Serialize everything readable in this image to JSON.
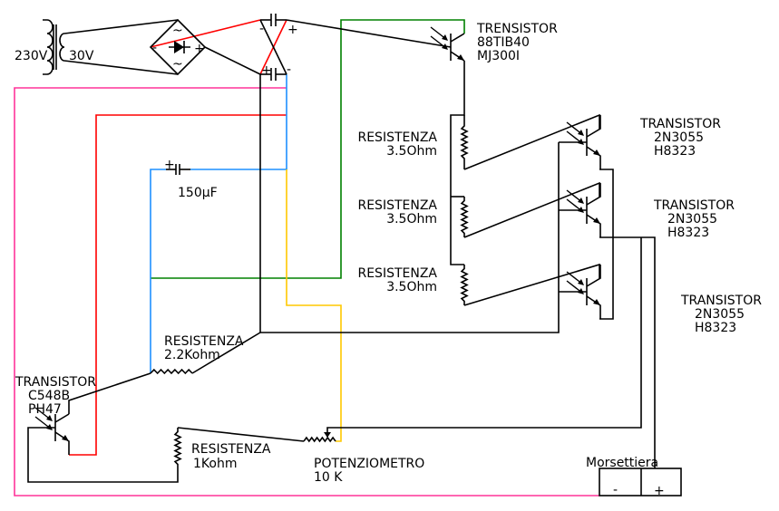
{
  "wire_colors": {
    "black": "#000000",
    "red": "#ff0000",
    "green": "#008000",
    "blue": "#1e90ff",
    "yellow": "#ffc800",
    "pink": "#ff3399"
  },
  "transformer": {
    "primary_label": "230V",
    "secondary_label": "30V"
  },
  "bridge": {
    "minus": "-",
    "plus": "+",
    "ac": "~"
  },
  "caps": {
    "top_minus": "-",
    "top_plus": "+",
    "bottom_plus": "+",
    "bottom_minus": "-",
    "small_plus": "+",
    "small_label": "150µF"
  },
  "driver_transistor": {
    "lines": [
      "TRENSISTOR",
      "88TIB40",
      "MJ300I"
    ]
  },
  "power_transistors": [
    {
      "lines": [
        "TRANSISTOR",
        "2N3055",
        "H8323"
      ]
    },
    {
      "lines": [
        "TRANSISTOR",
        "2N3055",
        "H8323"
      ]
    },
    {
      "lines": [
        "TRANSISTOR",
        "2N3055",
        "H8323"
      ]
    }
  ],
  "emitter_resistors": [
    {
      "lines": [
        "RESISTENZA",
        "3.5Ohm"
      ]
    },
    {
      "lines": [
        "RESISTENZA",
        "3.5Ohm"
      ]
    },
    {
      "lines": [
        "RESISTENZA",
        "3.5Ohm"
      ]
    }
  ],
  "resistor_2k2": {
    "lines": [
      "RESISTENZA",
      "2.2Kohm"
    ]
  },
  "small_transistor": {
    "lines": [
      "TRANSISTOR",
      "C548B",
      "PH47"
    ]
  },
  "resistor_1k": {
    "lines": [
      "RESISTENZA",
      "1Kohm"
    ]
  },
  "potentiometer": {
    "lines": [
      "POTENZIOMETRO",
      "10 K"
    ]
  },
  "terminal": {
    "label": "Morsettiera",
    "minus": "-",
    "plus": "+"
  }
}
